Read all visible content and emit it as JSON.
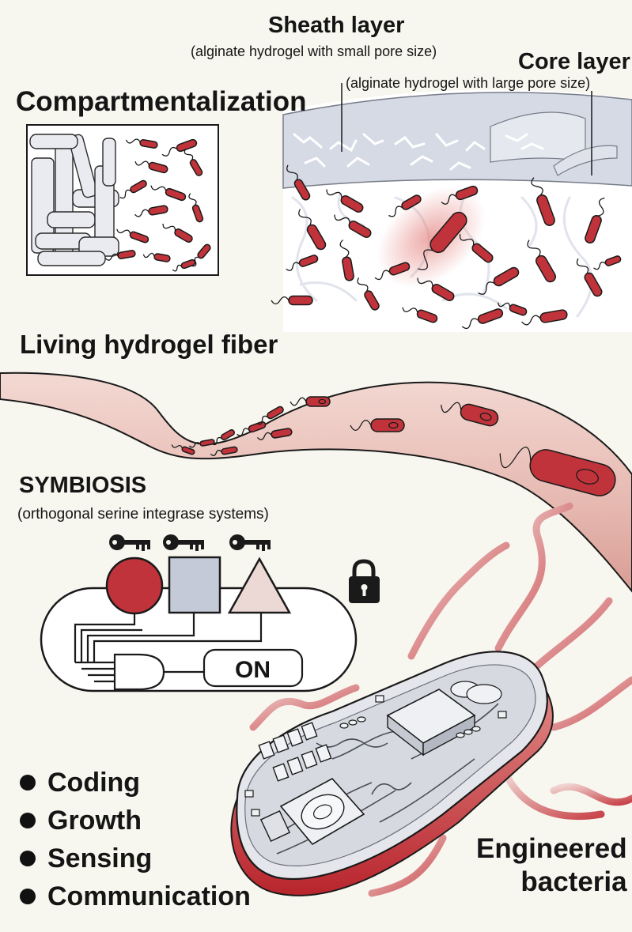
{
  "labels": {
    "sheath_title": "Sheath layer",
    "sheath_desc": "(alginate hydrogel with small pore size)",
    "core_title": "Core layer",
    "core_desc": "(alginate hydrogel with large pore size)",
    "compartmentalization": "Compartmentalization",
    "living_fiber": "Living hydrogel fiber",
    "symbiosis": "SYMBIOSIS",
    "symbiosis_desc": "(orthogonal serine integrase systems)",
    "logic_output": "ON",
    "engineered_bacteria": "Engineered\nbacteria"
  },
  "features": [
    "Coding",
    "Growth",
    "Sensing",
    "Communication"
  ],
  "colors": {
    "background": "#f7f6ef",
    "bacteria": "#c0333a",
    "fiber": "#e7beb8",
    "hydrogel": "#d4d8e4",
    "square_gate": "#c4cad8",
    "triangle_gate": "#ecd8d4"
  },
  "icons": [
    "key-icon",
    "key-icon",
    "key-icon",
    "padlock-icon"
  ]
}
